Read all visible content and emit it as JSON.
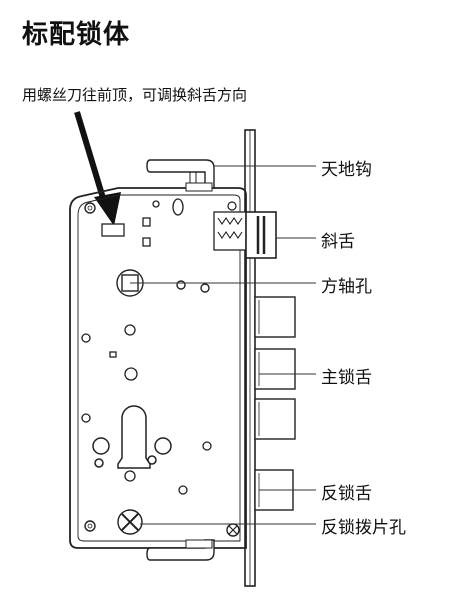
{
  "title": "标配锁体",
  "instruction": "用螺丝刀往前顶，可调换斜舌方向",
  "callouts": {
    "hook_bolt": "天地钩",
    "latch_bolt": "斜舌",
    "spindle_hole": "方轴孔",
    "main_bolt": "主锁舌",
    "deadbolt": "反锁舌",
    "deadbolt_lever_hole": "反锁拨片孔"
  },
  "colors": {
    "line": "#222222",
    "arrow": "#111111",
    "background": "#ffffff"
  },
  "icons": {
    "pointer": "arrow-down-right-icon",
    "spring": "spring-icon",
    "screw": "screw-icon"
  }
}
